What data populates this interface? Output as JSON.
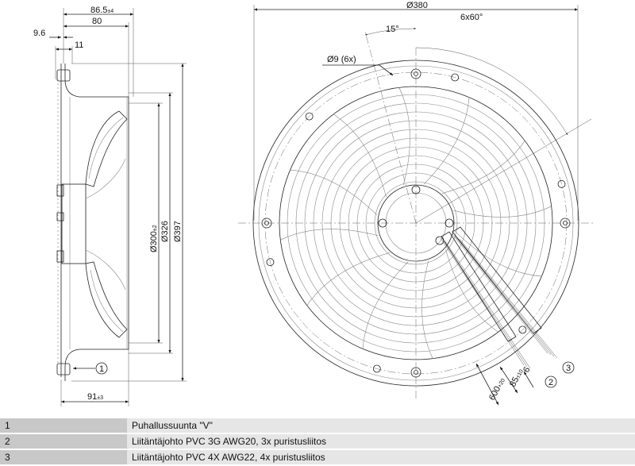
{
  "side_view": {
    "dim_overall_depth": "86.5",
    "dim_overall_depth_tol": "±4",
    "dim_depth": "80",
    "dim_flange": "9.6",
    "dim_offset": "11",
    "dim_d300": "Ø300",
    "dim_d300_tol": "±2",
    "dim_d326": "Ø326",
    "dim_d397": "Ø397",
    "dim_bottom": "91",
    "dim_bottom_tol": "±3",
    "callout_1": "1"
  },
  "front_view": {
    "dim_d380": "Ø380",
    "dim_holes_angle": "6x60°",
    "dim_angle": "15°",
    "dim_hole": "Ø9 (6x)",
    "dim_strip": "6",
    "dim_cable_short": "85",
    "dim_cable_short_tol": "±10",
    "dim_cable_long": "600",
    "dim_cable_long_tol": "+20",
    "callout_2": "2",
    "callout_3": "3"
  },
  "legend": [
    {
      "num": "1",
      "text": "Puhallussuunta \"V\""
    },
    {
      "num": "2",
      "text": "Liitäntäjohto PVC 3G AWG20, 3x puristusliitos"
    },
    {
      "num": "3",
      "text": "Liitäntäjohto PVC 4X AWG22, 4x puristusliitos"
    }
  ]
}
